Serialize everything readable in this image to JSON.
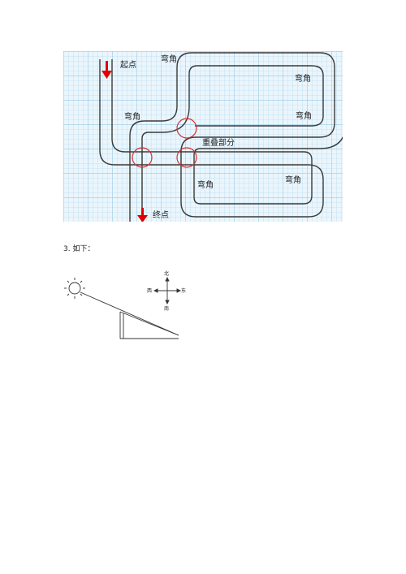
{
  "track_figure": {
    "start_label": "起点",
    "end_label": "终点",
    "corner_label": "弯角",
    "overlap_label": "重叠部分",
    "colors": {
      "grid_bg": "#e8f4fb",
      "grid_line": "#9fcde6",
      "track": "#3a3a3a",
      "arrow": "#e00000",
      "circle": "#d93030"
    }
  },
  "question": {
    "label": "3. 如下："
  },
  "sun_figure": {
    "compass": {
      "north": "北",
      "south": "南",
      "east": "东",
      "west": "西"
    }
  }
}
